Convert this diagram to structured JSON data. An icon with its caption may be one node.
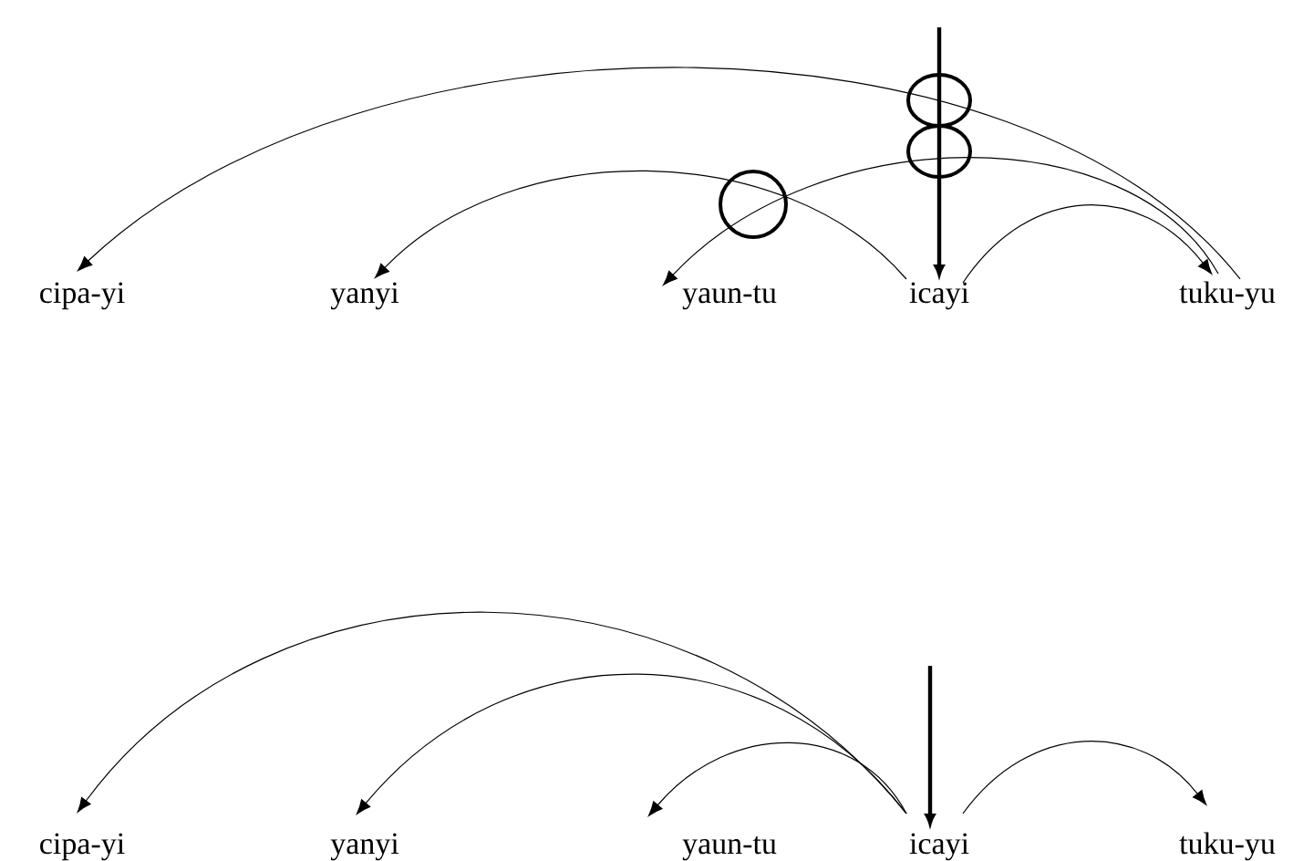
{
  "diagram": {
    "nodes": [
      {
        "text": [
          "cipa-yi"
        ]
      },
      {
        "text": [
          "yanyi"
        ]
      },
      {
        "text": [
          "yaun-tu"
        ]
      },
      {
        "text": [
          "icayi"
        ]
      },
      {
        "text": [
          "tuku-yu"
        ]
      },
      {
        "text": [
          "cipa-yi"
        ]
      },
      {
        "text": [
          "yanyi"
        ]
      },
      {
        "text": [
          "yaun-tu"
        ]
      },
      {
        "text": [
          "icayi"
        ]
      },
      {
        "text": [
          "tuku-yu"
        ]
      }
    ],
    "edges": [
      {
        "from": 4,
        "to": 0,
        "arrow": "to"
      },
      {
        "from": 3,
        "to": 1,
        "arrow": "to"
      },
      {
        "from": 4,
        "to": 2,
        "arrow": "to"
      },
      {
        "from": 3,
        "to": 4,
        "arrow": "to"
      },
      {
        "from": null,
        "to": 3,
        "arrow": "to",
        "style": "thick"
      },
      {
        "from": 8,
        "to": 5,
        "arrow": "to"
      },
      {
        "from": 8,
        "to": 6,
        "arrow": "to"
      },
      {
        "from": 8,
        "to": 7,
        "arrow": "to"
      },
      {
        "from": 8,
        "to": 9,
        "arrow": "to"
      },
      {
        "from": null,
        "to": 8,
        "arrow": "to",
        "style": "thick"
      }
    ]
  }
}
